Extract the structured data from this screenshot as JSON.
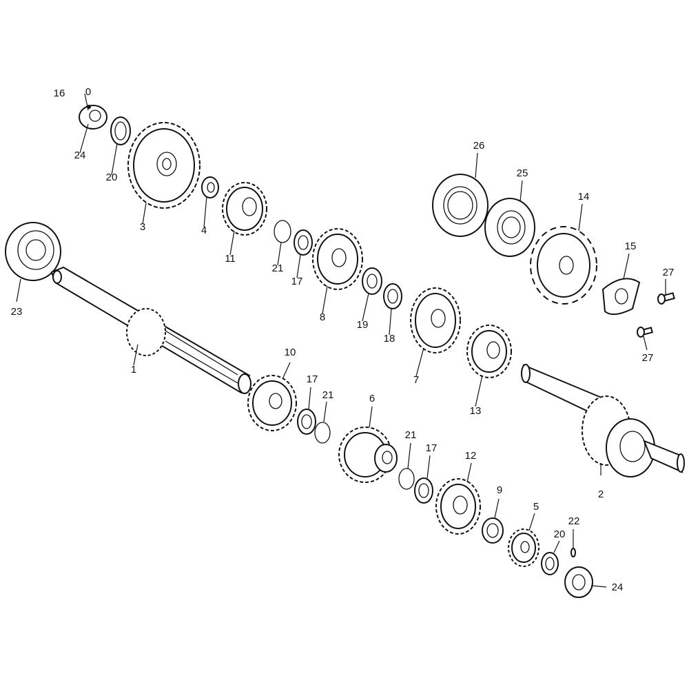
{
  "callouts": {
    "c1": "1",
    "c2": "2",
    "c3": "3",
    "c4": "4",
    "c5": "5",
    "c6": "6",
    "c7": "7",
    "c8": "8",
    "c9": "9",
    "c10": "10",
    "c11": "11",
    "c12": "12",
    "c13": "13",
    "c14": "14",
    "c15": "15",
    "c16": "16",
    "c17a": "17",
    "c17b": "17",
    "c17c": "17",
    "c18": "18",
    "c19": "19",
    "c20a": "20",
    "c20b": "20",
    "c21a": "21",
    "c21b": "21",
    "c21c": "21",
    "c22": "22",
    "c23": "23",
    "c24a": "24",
    "c24b": "24",
    "c25": "25",
    "c26": "26",
    "c27a": "27",
    "c27b": "27"
  }
}
